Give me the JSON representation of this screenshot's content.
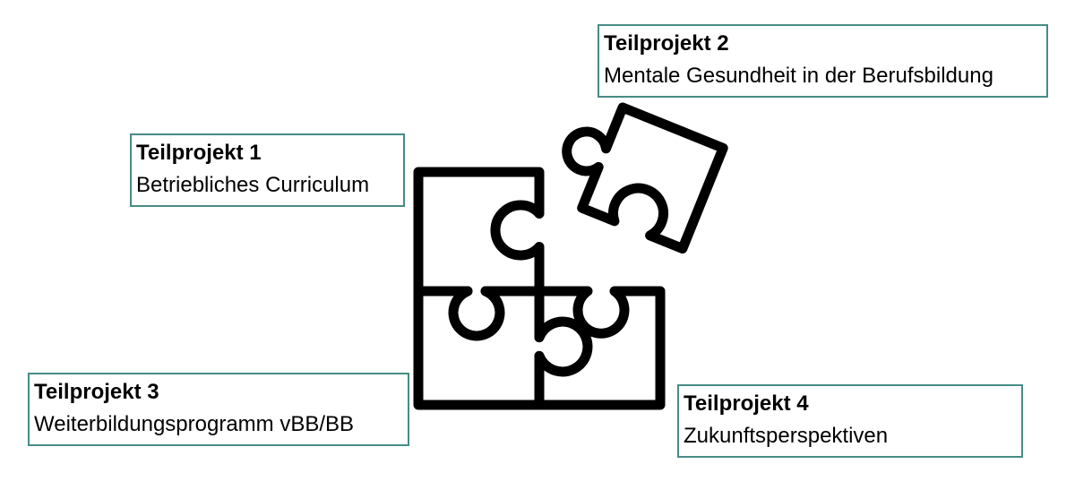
{
  "page": {
    "background": "#ffffff"
  },
  "colors": {
    "box_border": "#468c85",
    "text": "#000000",
    "puzzle_stroke": "#000000"
  },
  "icon": {
    "name": "puzzle-pieces-icon",
    "description": "three assembled puzzle pieces with one detached rotated piece at top right"
  },
  "boxes": [
    {
      "title": "Teilprojekt 1",
      "subtitle": "Betriebliches Curriculum"
    },
    {
      "title": "Teilprojekt 2",
      "subtitle": "Mentale Gesundheit in der Berufsbildung"
    },
    {
      "title": "Teilprojekt 3",
      "subtitle": "Weiterbildungsprogramm vBB/BB"
    },
    {
      "title": "Teilprojekt 4",
      "subtitle": "Zukunftsperspektiven"
    }
  ]
}
